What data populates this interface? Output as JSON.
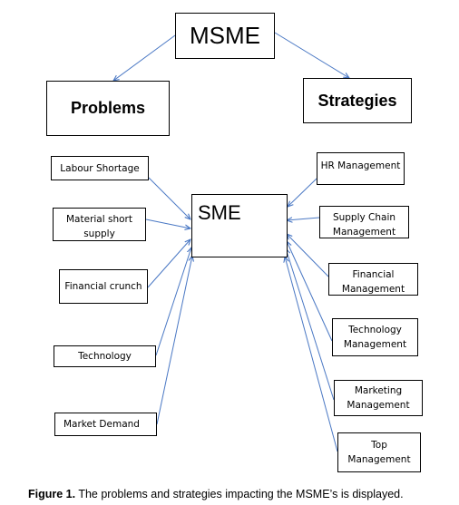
{
  "root": {
    "label": "MSME"
  },
  "left_branch": {
    "label": "Problems"
  },
  "right_branch": {
    "label": "Strategies"
  },
  "center": {
    "label": "SME"
  },
  "problems": [
    {
      "label": "Labour Shortage"
    },
    {
      "label": "Material short supply"
    },
    {
      "label": "Financial crunch"
    },
    {
      "label": "Technology"
    },
    {
      "label": "Market Demand"
    }
  ],
  "strategies": [
    {
      "label": "HR Management"
    },
    {
      "label": "Supply Chain Management"
    },
    {
      "label": "Financial Management"
    },
    {
      "label": "Technology Management"
    },
    {
      "label": "Marketing Management"
    },
    {
      "label": "Top Management"
    }
  ],
  "caption": {
    "prefix": "Figure 1.",
    "text": " The problems and strategies impacting the MSME’s is displayed."
  },
  "colors": {
    "connector": "#4a78c4",
    "border": "#000000"
  }
}
